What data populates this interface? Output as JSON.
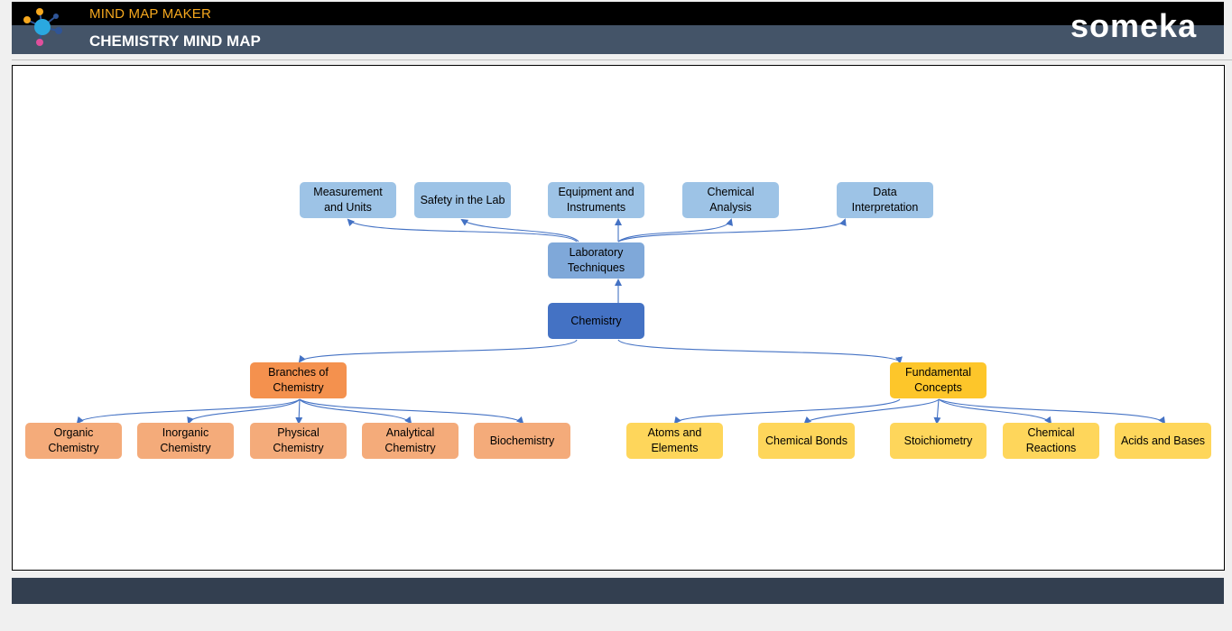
{
  "header": {
    "app_name": "MIND MAP MAKER",
    "title": "CHEMISTRY MIND MAP",
    "brand": "someka",
    "app_name_color": "#f6a81e",
    "bar_color": "#445468"
  },
  "mindmap": {
    "root": {
      "label": "Chemistry",
      "color": "#4472c4"
    },
    "branches": [
      {
        "label": "Laboratory Techniques",
        "color": "#7fa8d9",
        "children": [
          "Measurement and Units",
          "Safety in the Lab",
          "Equipment and Instruments",
          "Chemical Analysis",
          "Data Interpretation"
        ],
        "child_color": "#9dc3e6"
      },
      {
        "label": "Branches of Chemistry",
        "color": "#f4914e",
        "children": [
          "Organic Chemistry",
          "Inorganic Chemistry",
          "Physical Chemistry",
          "Analytical Chemistry",
          "Biochemistry"
        ],
        "child_color": "#f4ab7a"
      },
      {
        "label": "Fundamental Concepts",
        "color": "#fdc62a",
        "children": [
          "Atoms and Elements",
          "Chemical Bonds",
          "Stoichiometry",
          "Chemical Reactions",
          "Acids and Bases"
        ],
        "child_color": "#fed65b"
      }
    ],
    "connector_color": "#4472c4"
  }
}
